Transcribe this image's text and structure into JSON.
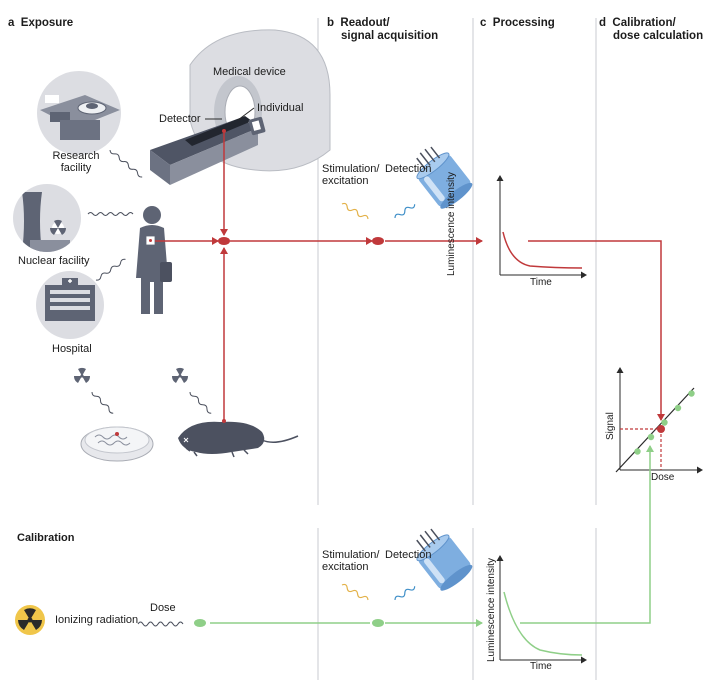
{
  "columns": [
    {
      "letter": "a",
      "title": "Exposure"
    },
    {
      "letter": "b",
      "title_line1": "Readout/",
      "title_line2": "signal acquisition"
    },
    {
      "letter": "c",
      "title": "Processing"
    },
    {
      "letter": "d",
      "title_line1": "Calibration/",
      "title_line2": "dose calculation"
    }
  ],
  "labels": {
    "medical_device": "Medical device",
    "individual": "Individual",
    "detector": "Detector",
    "research_facility_1": "Research",
    "research_facility_2": "facility",
    "nuclear_facility": "Nuclear facility",
    "hospital": "Hospital",
    "stimulation_1": "Stimulation/",
    "stimulation_2": "excitation",
    "detection": "Detection",
    "luminescence_intensity": "Luminescence intensity",
    "time": "Time",
    "signal": "Signal",
    "dose": "Dose",
    "calibration": "Calibration",
    "ionizing_radiation": "Ionizing radiation",
    "dose_label": "Dose"
  },
  "colors": {
    "exposure_path": "#c0393b",
    "calibration_path": "#8fcf88",
    "figure_gray": "#5e6474",
    "light_gray": "#dcdde2",
    "divider": "#c9cbd0",
    "detector_blue": "#7eaee0",
    "stimulation_wave": "#e3b24a",
    "detection_wave": "#3f8fc8",
    "radiation_yellow": "#f0c64a"
  },
  "calibration_points": [
    {
      "dose": 1,
      "signal": 1
    },
    {
      "dose": 2,
      "signal": 2
    },
    {
      "dose": 3,
      "signal": 3
    },
    {
      "dose": 4,
      "signal": 4
    },
    {
      "dose": 5,
      "signal": 5
    }
  ],
  "measured_point": {
    "dose": 3.4,
    "signal": 3.4
  }
}
